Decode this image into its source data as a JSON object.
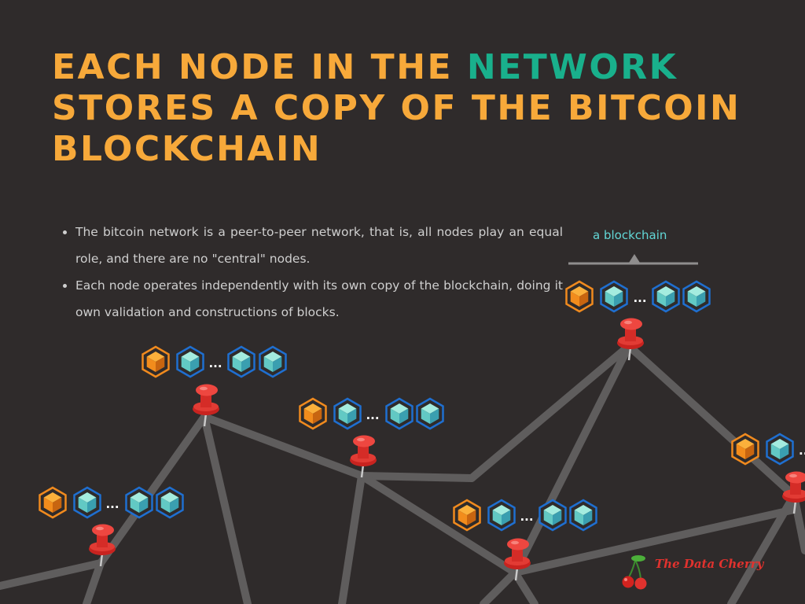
{
  "title": {
    "part1": "EACH NODE IN THE ",
    "highlight": "NETWORK",
    "part2": " STORES A COPY OF THE BITCOIN BLOCKCHAIN"
  },
  "bullets": [
    "The bitcoin network is a peer-to-peer network, that is, all nodes play an equal role, and there are no \"central\" nodes.",
    "Each node operates independently with its own copy of the blockchain, doing it own validation and constructions of blocks."
  ],
  "blockchain_label": "a blockchain",
  "ellipsis": "...",
  "brand": "The Data Cherry",
  "colors": {
    "background": "#2f2b2b",
    "title": "#f7a93a",
    "title_highlight": "#19b08c",
    "body_text": "#cfcfcf",
    "label": "#62d7d6",
    "network_line": "#5f5d5d",
    "pin": "#e0322e",
    "genesis_block": "#f08a1e",
    "block_face": "#73dcd0",
    "block_border": "#1f6fd0",
    "brand": "#e0322e"
  }
}
